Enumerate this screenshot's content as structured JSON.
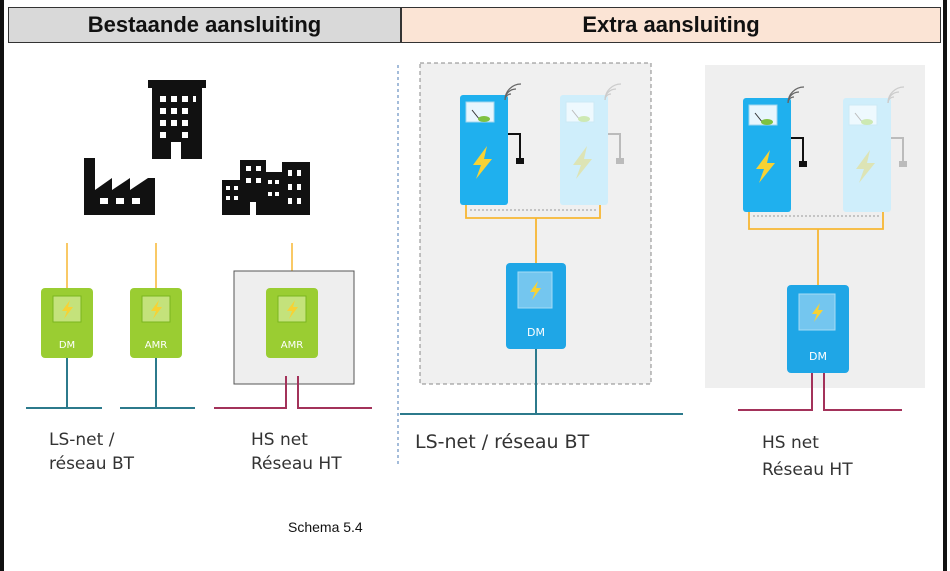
{
  "headers": {
    "left": "Bestaande aansluiting",
    "right": "Extra aansluiting"
  },
  "meters": {
    "dm": "DM",
    "amr": "AMR"
  },
  "labels": {
    "ls_line1": "LS-net /",
    "ls_line2": "réseau BT",
    "hs_line1": "HS net",
    "hs_line2": "Réseau HT",
    "ls_extra": "LS-net / réseau BT",
    "hs_extra_line1": "HS net",
    "hs_extra_line2": "Réseau HT"
  },
  "caption": "Schema 5.4",
  "colors": {
    "meter_green": "#9acd32",
    "meter_blue": "#1fa6e6",
    "charger_blue": "#1fb0ee",
    "charger_light": "#cfeefb",
    "cable_orange": "#f7b733",
    "ls_line": "#2c7a8c",
    "hs_line": "#a3325a",
    "icon_black": "#111111"
  },
  "icons": [
    "building-icon",
    "factory-icon",
    "city-buildings-icon",
    "lightning-icon",
    "wifi-signal-icon",
    "plug-icon"
  ]
}
